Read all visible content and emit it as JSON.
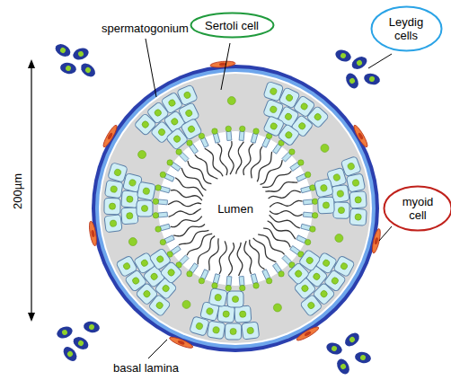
{
  "diagram": {
    "nodes": [
      {
        "text": [
          "Sertoli cell"
        ]
      },
      {
        "text": [
          "Leydig cells"
        ]
      },
      {
        "text": [
          "myoid cell"
        ]
      }
    ],
    "labels": [
      "spermatogonium",
      "Lumen",
      "200µm",
      "basal lamina"
    ]
  }
}
